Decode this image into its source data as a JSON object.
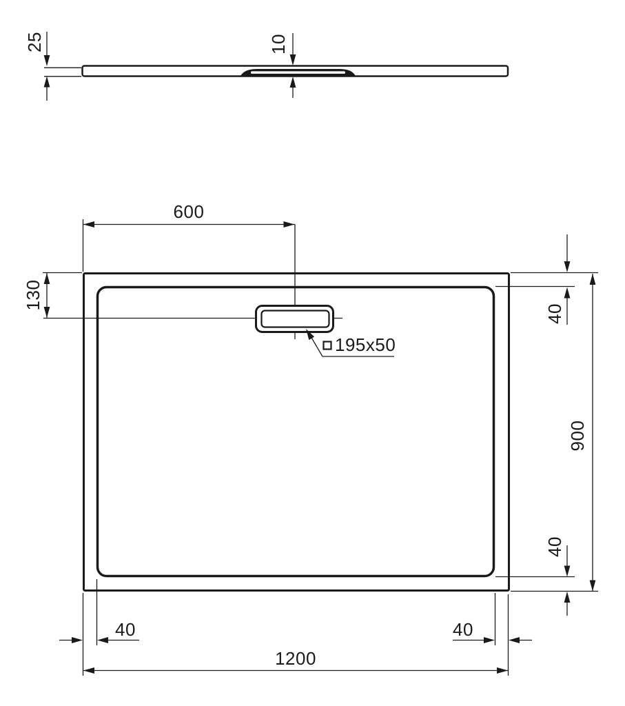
{
  "page": {
    "background_color": "#ffffff",
    "line_color": "#1a1a1a",
    "drawing_type": "shower tray dimensional drawing"
  },
  "side_view": {
    "thickness_label": "25",
    "recess_depth_label": "10"
  },
  "plan_view": {
    "width_label": "1200",
    "depth_label": "900",
    "drain_offset_from_left_label": "600",
    "drain_offset_from_top_label": "130",
    "drain_size_label": "195x50",
    "drain_size_symbol": "square-icon",
    "rim_top_label": "40",
    "rim_bottom_label": "40",
    "rim_left_label": "40",
    "rim_right_label": "40"
  }
}
